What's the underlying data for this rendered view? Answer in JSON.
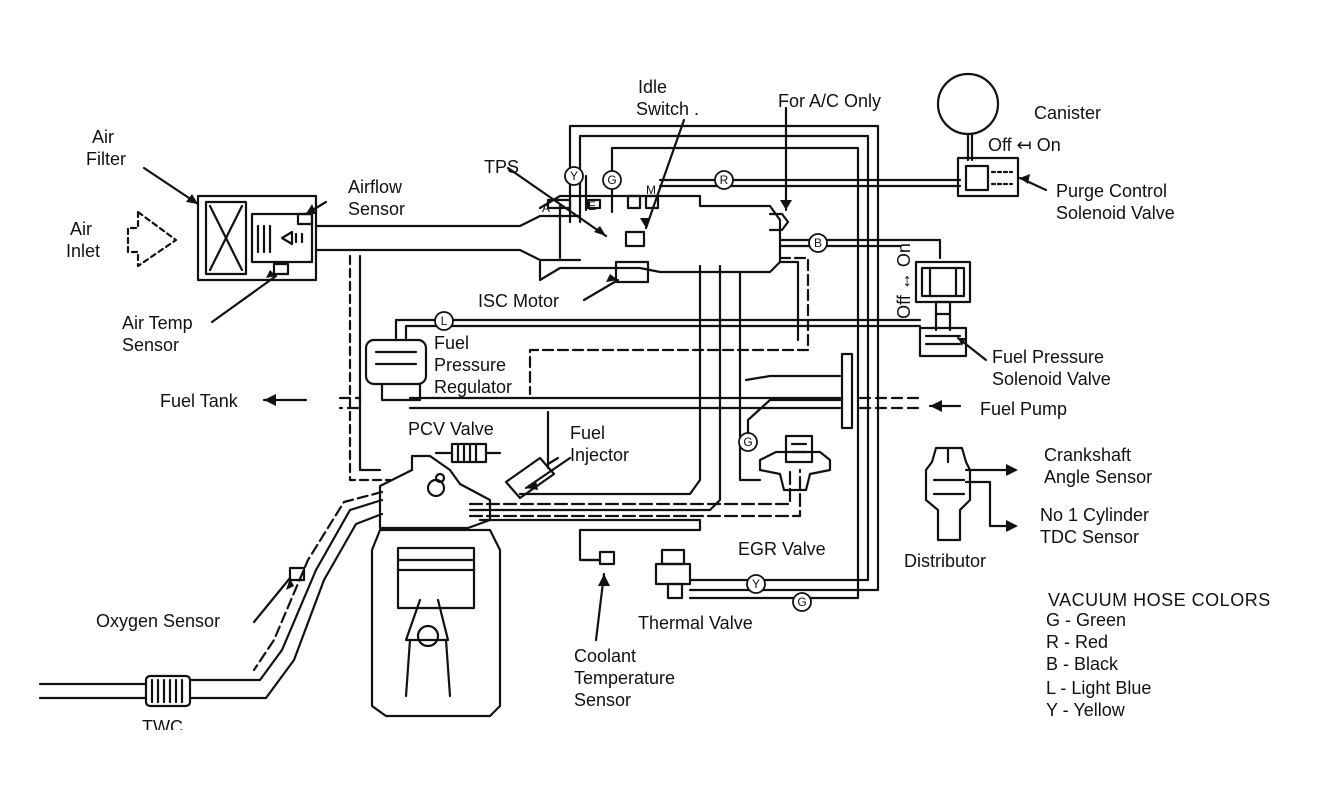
{
  "labels": {
    "air_filter": "Air Filter",
    "air_filter_l1": "Air",
    "air_filter_l2": "Filter",
    "air_inlet_l1": "Air",
    "air_inlet_l2": "Inlet",
    "airflow_l1": "Airflow",
    "airflow_l2": "Sensor",
    "air_temp_l1": "Air Temp",
    "air_temp_l2": "Sensor",
    "tps": "TPS",
    "idle_l1": "Idle",
    "idle_l2": "Switch .",
    "for_ac": "For A/C Only",
    "canister": "Canister",
    "off_on": "Off ↤ On",
    "purge_l1": "Purge Control",
    "purge_l2": "Solenoid Valve",
    "isc_motor": "ISC Motor",
    "off_on_vertical": "Off ↔ On",
    "fpr_l1": "Fuel",
    "fpr_l2": "Pressure",
    "fpr_l3": "Regulator",
    "fpsv_l1": "Fuel Pressure",
    "fpsv_l2": "Solenoid Valve",
    "fuel_tank": "Fuel Tank",
    "fuel_pump": "Fuel Pump",
    "pcv": "PCV Valve",
    "injector_l1": "Fuel",
    "injector_l2": "Injector",
    "crank_l1": "Crankshaft",
    "crank_l2": "Angle Sensor",
    "tdc_l1": "No  1 Cylinder",
    "tdc_l2": "TDC Sensor",
    "distributor": "Distributor",
    "egr": "EGR Valve",
    "oxygen": "Oxygen Sensor",
    "thermal": "Thermal Valve",
    "coolant_l1": "Coolant",
    "coolant_l2": "Temperature",
    "coolant_l3": "Sensor",
    "twc": "TWC"
  },
  "tags": {
    "y_top": "Y",
    "g_top": "G",
    "r_top": "R",
    "b_right": "B",
    "l_fpr": "L",
    "g_egr": "G",
    "y_bottom": "Y",
    "g_bottom": "G",
    "port_a": "A",
    "port_e": "E",
    "port_m": "M"
  },
  "legend": {
    "title": "VACUUM HOSE COLORS",
    "rows": [
      "G  -  Green",
      "R  -  Red",
      "B  -  Black",
      "L  -  Light Blue",
      "Y  -  Yellow"
    ]
  }
}
